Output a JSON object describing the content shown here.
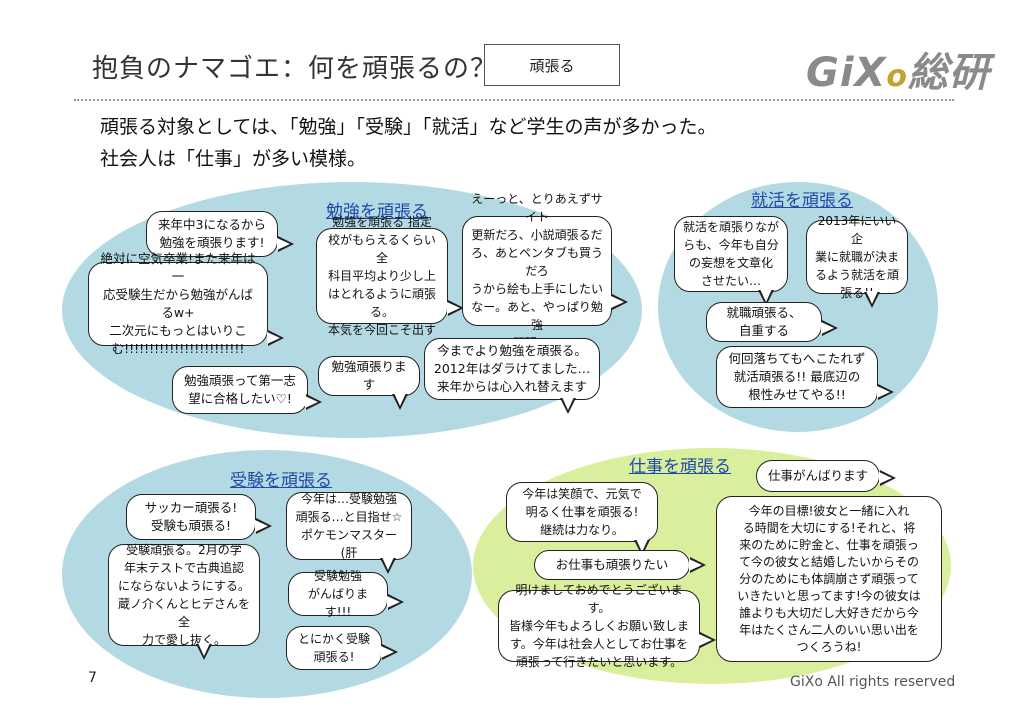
{
  "header": {
    "title": "抱負のナマゴエ：何を頑張るの？",
    "tag": "頑張る",
    "logo_main": "GiX",
    "logo_o": "o",
    "logo_suffix": "総研"
  },
  "intro": {
    "line1": "頑張る対象としては、「勉強」「受験」「就活」など学生の声が多かった。",
    "line2": "社会人は「仕事」が多い模様。"
  },
  "sections": {
    "study": {
      "title": "勉強を頑張る",
      "bubbles": [
        "来年中3になるから\n勉強を頑張ります!",
        "絶対に空気卒業!また来年は一\n応受験生だから勉強がんばるw+\n二次元にもっとはいりこ\nむ!!!!!!!!!!!!!!!!!!!!!!!!",
        "勉強を頑張る 指定\n校がもらえるくらい全\n科目平均より少し上\nはとれるように頑張る。\n本気を今回こそ出す",
        "えーっと、とりあえずサイト\n更新だろ、小説頑張るだ\nろ、あとペンタブも買うだろ\nうから絵も上手にしたい\nなー。あと、やっぱり勉強\n頑張る。",
        "勉強頑張って第一志\n望に合格したい♡!",
        "勉強頑張ります",
        "今までより勉強を頑張る。\n2012年はダラけてました…\n来年からは心入れ替えます"
      ]
    },
    "job": {
      "title": "就活を頑張る",
      "bubbles": [
        "就活を頑張りなが\nらも、今年も自分\nの妄想を文章化\nさせたい…",
        "2013年にいい企\n業に就職が決ま\nるよう就活を頑\n張る!!",
        "就職頑張る、\n自重する",
        "何回落ちてもへこたれず\n就活頑張る!! 最底辺の\n根性みせてやる!!"
      ]
    },
    "exam": {
      "title": "受験を頑張る",
      "bubbles": [
        "サッカー頑張る!\n受験も頑張る!",
        "今年は…受験勉強\n頑張る…と目指せ☆\nポケモンマスター(肝",
        "受験頑張る。2月の学\n年末テストで古典追認\nにならないようにする。\n蔵ノ介くんとヒデさんを全\n力で愛し抜く。",
        "受験勉強\nがんばります!!!",
        "とにかく受験\n頑張る!"
      ]
    },
    "work": {
      "title": "仕事を頑張る",
      "bubbles": [
        "今年は笑顔で、元気で\n明るく仕事を頑張る!\n継続は力なり。",
        "仕事がんばります",
        "今年の目標!彼女と一緒に入れ\nる時間を大切にする!それと、将\n来のために貯金と、仕事を頑張っ\nて今の彼女と結婚したいからその\n分のためにも体調崩さず頑張って\nいきたいと思ってます!今の彼女は\n誰よりも大切だし大好きだから今\n年はたくさん二人のいい思い出を\nつくろうね!",
        "お仕事も頑張りたい",
        "明けましておめでとうございます。\n皆様今年もよろしくお願い致しま\nす。今年は社会人としてお仕事を\n頑張って行きたいと思います。"
      ]
    }
  },
  "footer": {
    "page_number": "7",
    "copyright": "GiXo All rights reserved"
  },
  "colors": {
    "ellipse_blue": "#b3dae3",
    "ellipse_green": "#d9ef9d",
    "section_title": "#1f49a8"
  }
}
